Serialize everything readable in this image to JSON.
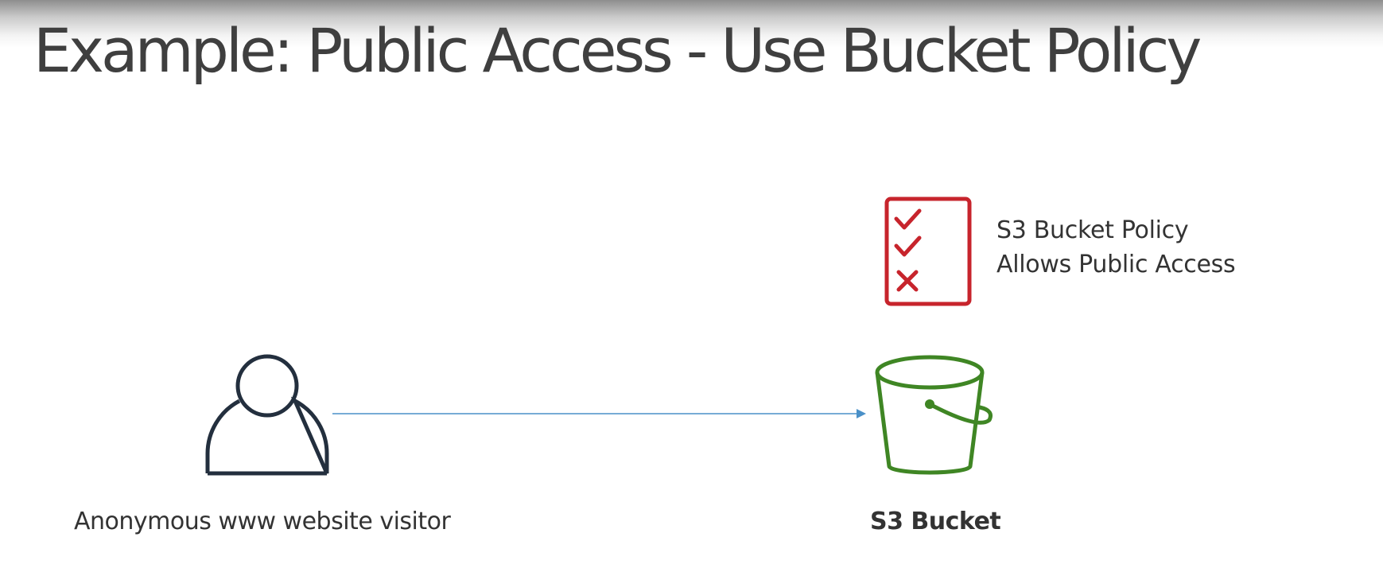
{
  "slide": {
    "title": "Example: Public Access - Use Bucket Policy"
  },
  "visitor": {
    "label": "Anonymous www website visitor",
    "icon": "user-icon",
    "color": "#232f3e"
  },
  "bucket": {
    "label": "S3 Bucket",
    "icon": "s3-bucket-icon",
    "color": "#3f8624"
  },
  "policy": {
    "line1": "S3 Bucket Policy",
    "line2": "Allows Public Access",
    "icon": "policy-checklist-icon",
    "color": "#c7242c"
  },
  "connector": {
    "color": "#4a90c8"
  }
}
